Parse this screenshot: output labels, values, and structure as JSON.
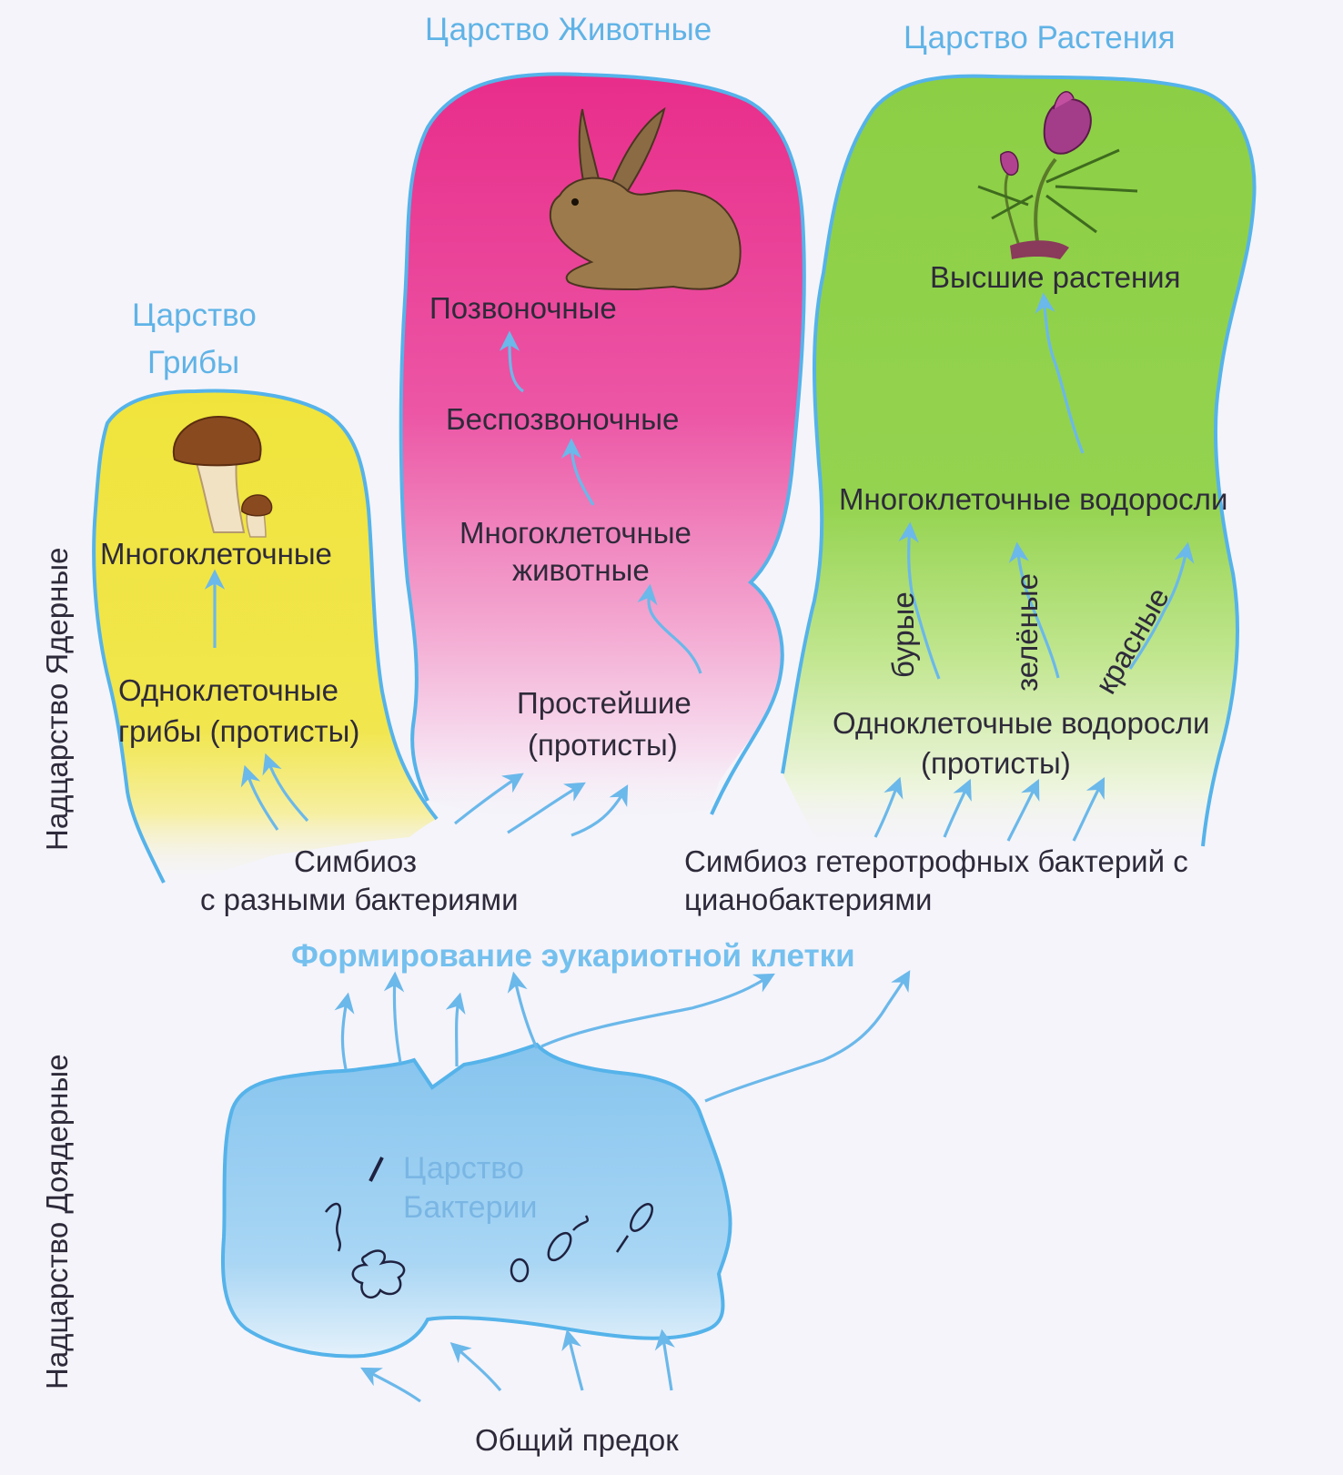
{
  "side_labels": {
    "eukaryotes": "Надцарство Ядерные",
    "prokaryotes": "Надцарство Доядерные"
  },
  "kingdoms": {
    "fungi": {
      "title_line1": "Царство",
      "title_line2": "Грибы",
      "multicellular": "Многоклеточные",
      "unicellular_line1": "Одноклеточные",
      "unicellular_line2": "грибы (протисты)"
    },
    "animals": {
      "title": "Царство Животные",
      "vertebrates": "Позвоночные",
      "invertebrates": "Беспозвоночные",
      "multicellular_line1": "Многоклеточные",
      "multicellular_line2": "животные",
      "protozoa_line1": "Простейшие",
      "protozoa_line2": "(протисты)"
    },
    "plants": {
      "title": "Царство Растения",
      "higher": "Высшие растения",
      "multicellular_algae": "Многоклеточные водоросли",
      "brown": "бурые",
      "green": "зелёные",
      "red": "красные",
      "unicellular_line1": "Одноклеточные водоросли",
      "unicellular_line2": "(протисты)"
    },
    "bacteria": {
      "title_line1": "Царство",
      "title_line2": "Бактерии"
    }
  },
  "symbiosis": {
    "left_line1": "Симбиоз",
    "left_line2": "с разными бактериями",
    "right_line1": "Симбиоз гетеротрофных бактерий с",
    "right_line2": "цианобактериями"
  },
  "formation": "Формирование эукариотной клетки",
  "common_ancestor": "Общий предок",
  "colors": {
    "fungi": "#f2e64a",
    "animals": "#e8338f",
    "plants": "#8fd14a",
    "bacteria": "#8cc8f0",
    "outline": "#55b3ea"
  }
}
